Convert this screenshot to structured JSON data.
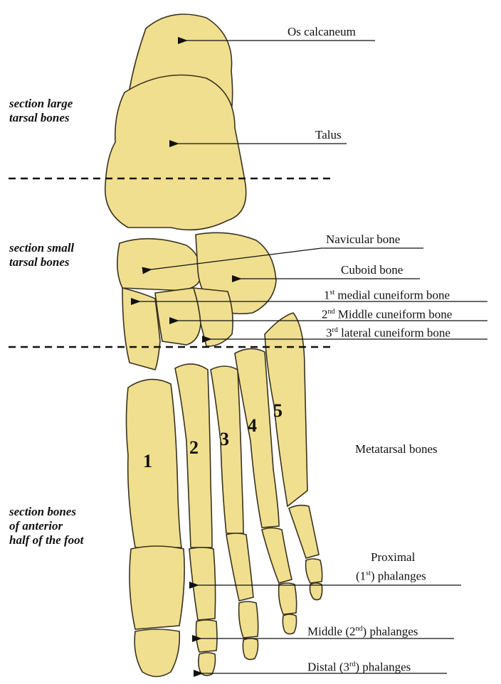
{
  "diagram": {
    "colors": {
      "bone_fill": "#f0df8f",
      "bone_stroke": "#3a3320",
      "line": "#111111",
      "background": "#ffffff"
    },
    "sections": [
      {
        "lines": [
          "section large",
          "tarsal bones"
        ]
      },
      {
        "lines": [
          "section small",
          "tarsal bones"
        ]
      },
      {
        "lines": [
          "section bones",
          "of anterior",
          "half of the foot"
        ]
      }
    ],
    "labels": {
      "calcaneum": "Os calcaneum",
      "talus": "Talus",
      "navicular": "Navicular bone",
      "cuboid": "Cuboid bone",
      "cuneiform_1_sup": "st",
      "cuneiform_1_pre": "1",
      "cuneiform_1_text": "medial cuneiform bone",
      "cuneiform_2_pre": "2",
      "cuneiform_2_sup": "nd",
      "cuneiform_2_text": "Middle cuneiform bone",
      "cuneiform_3_pre": "3",
      "cuneiform_3_sup": "rd",
      "cuneiform_3_text": "lateral cuneiform bone",
      "metatarsal": "Metatarsal bones",
      "proximal_line1": "Proximal",
      "proximal_pre": "(1",
      "proximal_sup": "st",
      "proximal_post": ") phalanges",
      "middle_pre": "Middle (2",
      "middle_sup": "nd",
      "middle_post": ") phalanges",
      "distal_pre": "Distal (3",
      "distal_sup": "rd",
      "distal_post": ") phalanges"
    },
    "metatarsal_numbers": [
      "1",
      "2",
      "3",
      "4",
      "5"
    ]
  }
}
